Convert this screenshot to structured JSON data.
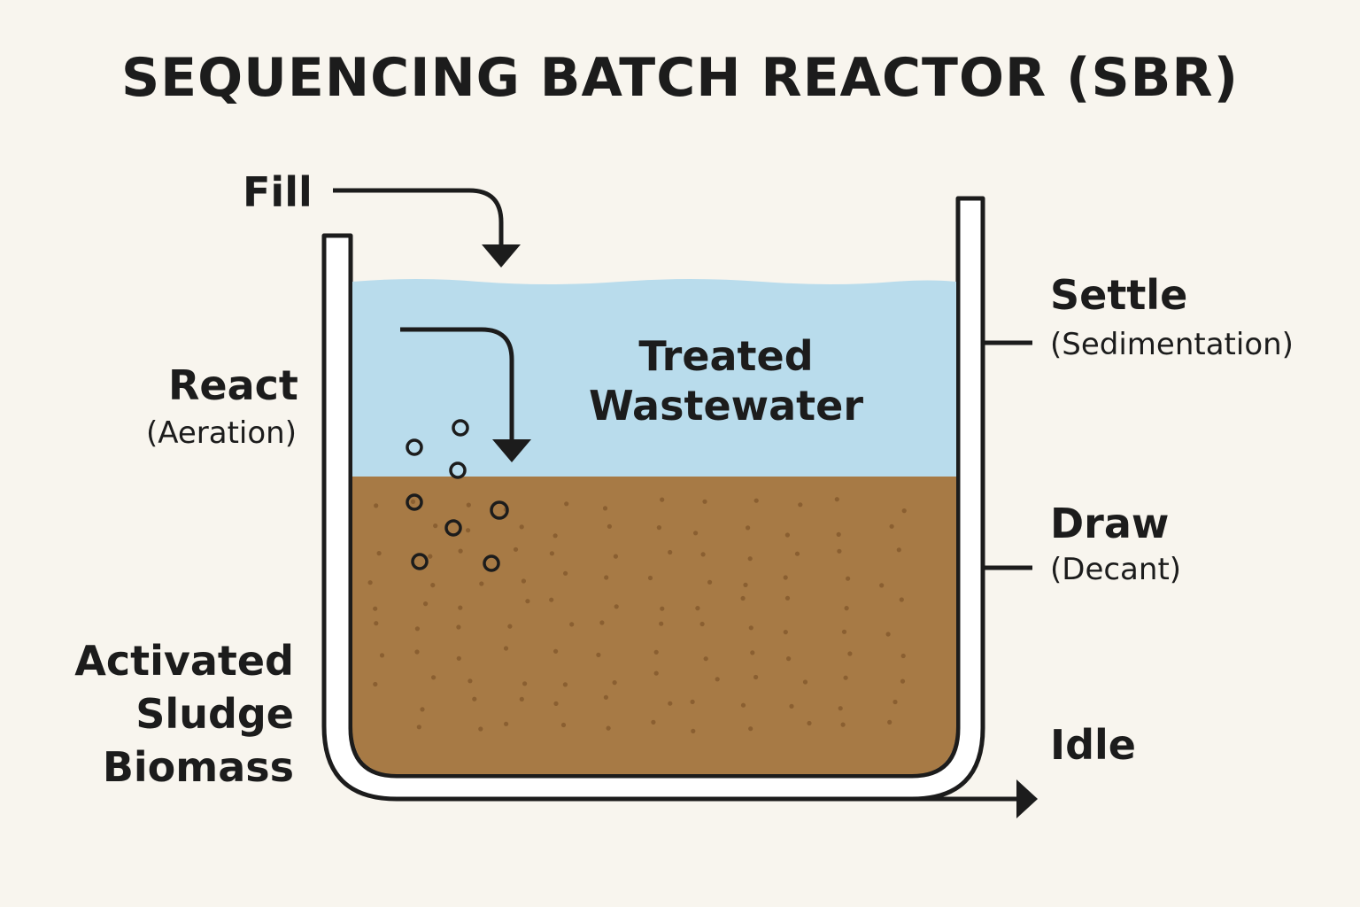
{
  "title": "SEQUENCING BATCH REACTOR (SBR)",
  "phases": {
    "fill": {
      "label": "Fill"
    },
    "react": {
      "label": "React",
      "sub": "(Aeration)"
    },
    "settle": {
      "label": "Settle",
      "sub": "(Sedimentation)"
    },
    "draw": {
      "label": "Draw",
      "sub": "(Decant)"
    },
    "idle": {
      "label": "Idle"
    }
  },
  "tank": {
    "water_label": {
      "line1": "Treated",
      "line2": "Wastewater"
    },
    "sludge_label": {
      "line1": "Activated",
      "line2": "Sludge",
      "line3": "Biomass"
    }
  },
  "colors": {
    "background": "#f8f5ee",
    "water": "#b9dcec",
    "sludge": "#a77a45",
    "sludge_dots": "#8a5f31",
    "outline": "#1c1c1c",
    "tank_wall": "#ffffff"
  }
}
